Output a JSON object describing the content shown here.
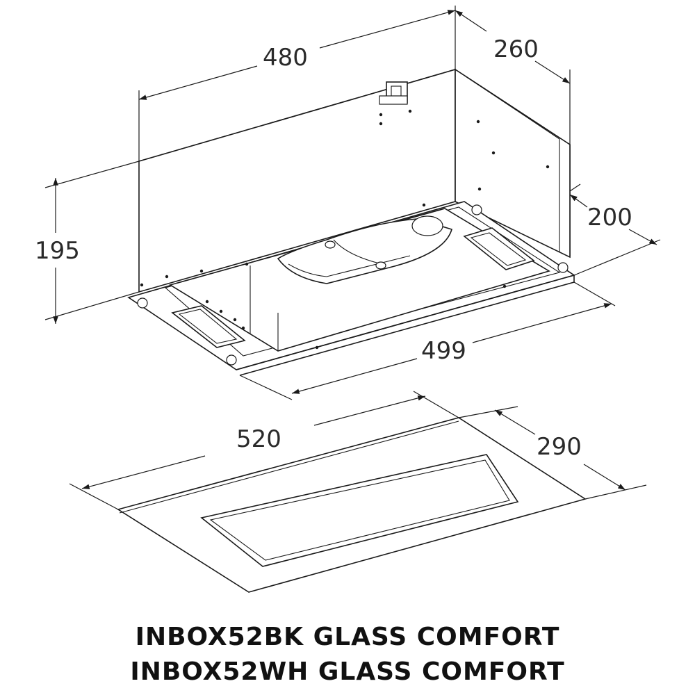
{
  "dimensions": {
    "width_top": "480",
    "depth_top": "260",
    "height": "195",
    "depth_inner": "200",
    "width_inner": "499",
    "panel_width": "520",
    "panel_depth": "290"
  },
  "captions": [
    "INBOX52BK GLASS COMFORT",
    "INBOX52WH GLASS COMFORT"
  ]
}
